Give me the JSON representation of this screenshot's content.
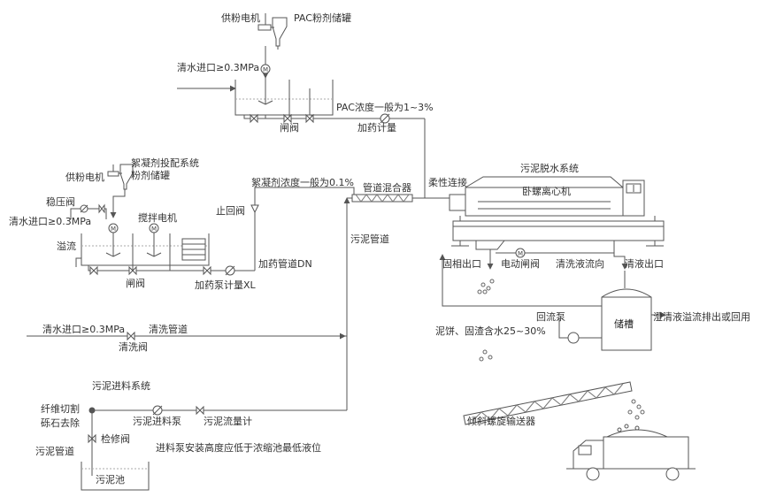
{
  "labels": {
    "feed_motor_pac": "供粉电机",
    "pac_tank": "PAC粉剂储罐",
    "water_inlet_1": "清水进口≥0.3MPa",
    "pac_concentration": "PAC浓度一般为1~3%",
    "gate_valve_1": "闸阀",
    "dosing_meter_1": "加药计量",
    "floc_system_line1": "絮凝剂投配系统",
    "floc_system_line2": "粉剂储罐",
    "feed_motor_floc": "供粉电机",
    "pressure_valve": "稳压阀",
    "water_inlet_2": "清水进口≥0.3MPa",
    "stirring_motor": "搅拌电机",
    "overflow": "溢流",
    "gate_valve_2": "闸阀",
    "dosing_pump_meter": "加药泵计量XL",
    "check_valve": "止回阀",
    "floc_concentration": "絮凝剂浓度一般为0.1%",
    "pipe_mixer": "管道混合器",
    "dosing_pipe": "加药管道DN",
    "sludge_pipe": "污泥管道",
    "flexible_connection": "柔性连接",
    "dewatering_system": "污泥脱水系统",
    "centrifuge": "卧螺离心机",
    "solid_outlet": "固相出口",
    "electric_gate_valve": "电动闸阀",
    "wash_flow": "清洗液流向",
    "liquid_outlet": "清液出口",
    "storage_tank": "储槽",
    "return_pump": "回流泵",
    "clear_liquid_overflow": "澄清液溢流排出或回用",
    "cake_moisture": "泥饼、固渣含水25~30%",
    "water_inlet_3": "清水进口≥0.3MPa",
    "wash_pipe": "清洗管道",
    "wash_valve": "清洗阀",
    "sludge_feed_system": "污泥进料系统",
    "fiber_cutting_line1": "纤维切割",
    "fiber_cutting_line2": "砾石去除",
    "sludge_feed_pump": "污泥进料泵",
    "sludge_flowmeter": "污泥流量计",
    "service_valve": "检修阀",
    "sludge_pipe_2": "污泥管道",
    "pump_install_note": "进料泵安装高度应低于浓缩池最低液位",
    "sludge_tank": "污泥池",
    "inclined_screw_conveyor": "倾斜螺旋输送器"
  },
  "icons": [
    "motor-icon",
    "gate-valve-icon",
    "flowmeter-icon",
    "check-valve-icon",
    "pump-icon",
    "centrifuge-icon",
    "truck-icon"
  ]
}
